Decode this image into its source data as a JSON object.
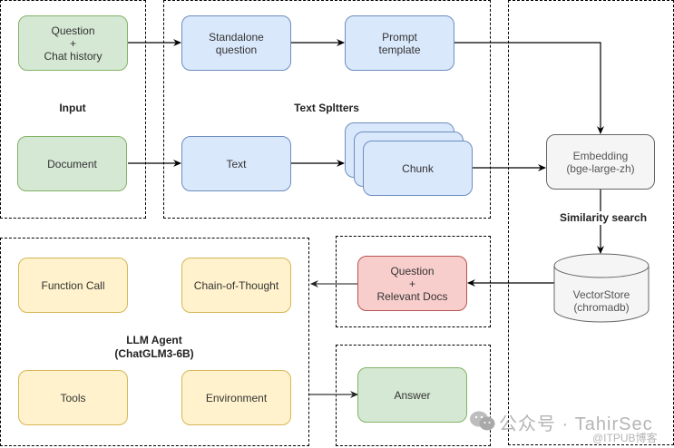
{
  "groups": {
    "input": {
      "label": "Input"
    },
    "text_splitters": {
      "label": "Text Spltters"
    },
    "similarity": {
      "label": "Similarity search"
    },
    "llm_agent": {
      "label": "LLM Agent\n(ChatGLM3-6B)"
    }
  },
  "nodes": {
    "question_chat_history": "Question\n+\nChat history",
    "document": "Document",
    "standalone_question": "Standalone\nquestion",
    "prompt_template": "Prompt\ntemplate",
    "text": "Text",
    "chunk": "Chunk",
    "embedding": "Embedding\n(bge-large-zh)",
    "vectorstore": "VectorStore\n(chromadb)",
    "question_relevant_docs": "Question\n+\nRelevant Docs",
    "answer": "Answer",
    "function_call": "Function Call",
    "chain_of_thought": "Chain-of-Thought",
    "tools": "Tools",
    "environment": "Environment"
  },
  "colors": {
    "input_fill": "#d5e8d4",
    "process_fill": "#dae8fc",
    "embedding_fill": "#f5f5f5",
    "retrieval_fill": "#f8cecc",
    "agent_fill": "#fff2cc"
  },
  "watermark": {
    "main": "公众号 · TahirSec",
    "sub": "@ITPUB博客",
    "icon": "wechat-icon"
  }
}
